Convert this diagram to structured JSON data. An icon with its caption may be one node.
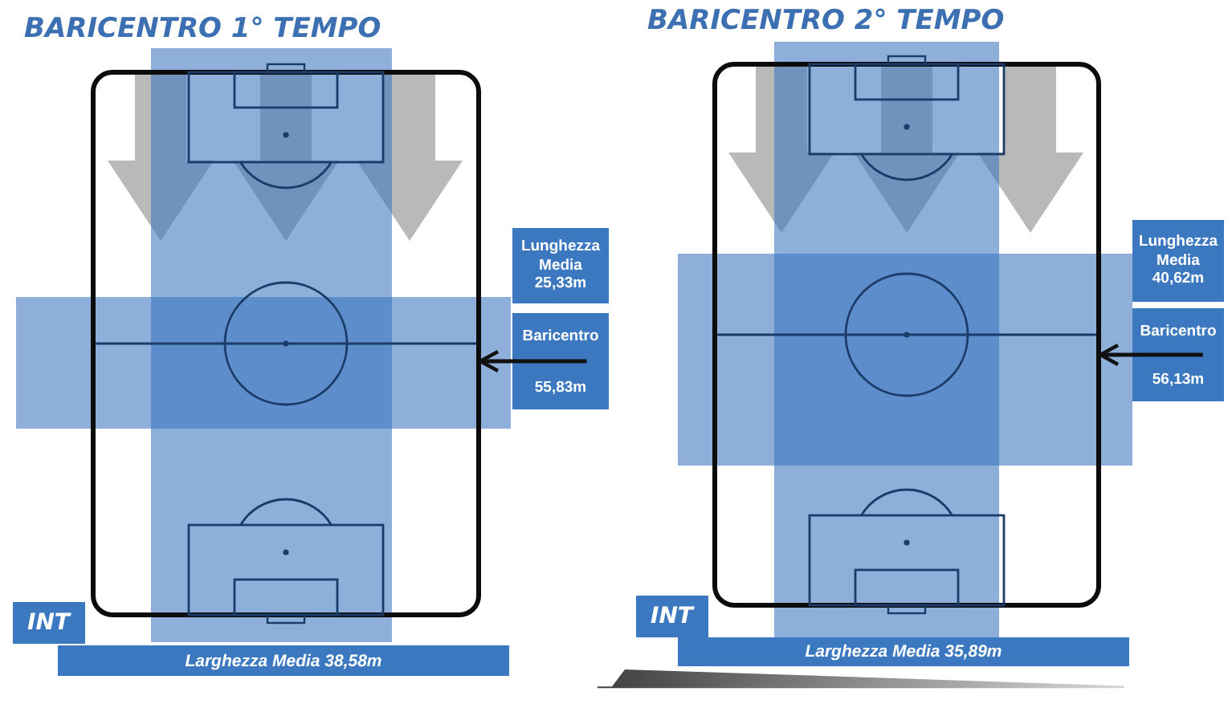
{
  "diagram": {
    "nodes": [
      {
        "text": [],
        "shape": "picture"
      },
      {
        "text": [
          "Lunghezza Media 25,33m"
        ]
      },
      {
        "text": [
          "Baricentro",
          "55,83m"
        ]
      },
      {
        "text": [
          "INT"
        ]
      },
      {
        "text": [
          "Larghezza Media 38,58m"
        ]
      },
      {
        "text": [],
        "shape": "picture"
      },
      {
        "text": [
          "Lunghezza Media 40,62m"
        ]
      },
      {
        "text": [
          "Baricentro",
          "56,13m"
        ]
      },
      {
        "text": [
          "INT"
        ]
      },
      {
        "text": [
          "Larghezza Media 35,89m"
        ]
      }
    ],
    "edges": [
      {
        "from": 2,
        "to": 0,
        "arrow": "to"
      },
      {
        "from": 7,
        "to": 5,
        "arrow": "to"
      }
    ],
    "labels": [
      "BARICENTRO 1° TEMPO",
      "BARICENTRO 2° TEMPO"
    ]
  }
}
